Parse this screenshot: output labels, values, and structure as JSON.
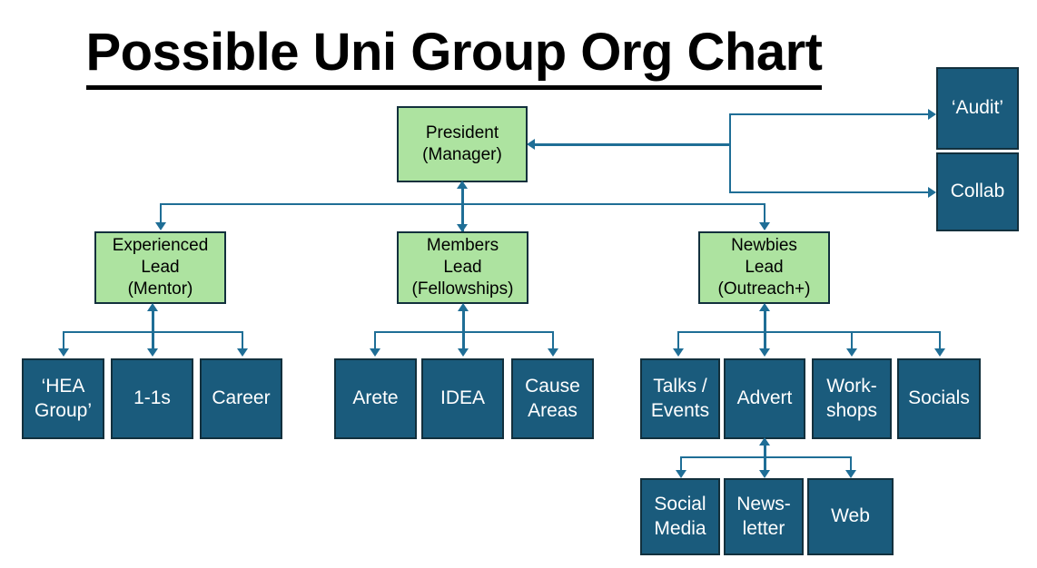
{
  "title": "Possible Uni Group Org Chart",
  "palette": {
    "leadership_fill": "#ade3a0",
    "team_fill": "#1a5b7c",
    "border": "#12303d",
    "connector": "#1f6e96",
    "title_color": "#000000",
    "background": "#ffffff"
  },
  "nodes": {
    "president": "President\n(Manager)",
    "audit": "‘Audit’",
    "collab": "Collab",
    "experienced_lead": "Experienced\nLead\n(Mentor)",
    "members_lead": "Members\nLead\n(Fellowships)",
    "newbies_lead": "Newbies\nLead\n(Outreach+)",
    "hea_group": "‘HEA\nGroup’",
    "one_to_ones": "1-1s",
    "career": "Career",
    "arete": "Arete",
    "idea": "IDEA",
    "cause_areas": "Cause\nAreas",
    "talks_events": "Talks /\nEvents",
    "advert": "Advert",
    "workshops": "Work-\nshops",
    "socials": "Socials",
    "social_media": "Social\nMedia",
    "newsletter": "News-\nletter",
    "web": "Web"
  },
  "chart_data": {
    "type": "diagram",
    "diagram_type": "organizational-chart",
    "title": "Possible Uni Group Org Chart",
    "levels": [
      {
        "level": 0,
        "nodes": [
          {
            "id": "president",
            "label": "President (Manager)",
            "style": "leadership"
          }
        ]
      },
      {
        "level": 1,
        "nodes": [
          {
            "id": "experienced_lead",
            "label": "Experienced Lead (Mentor)",
            "style": "leadership"
          },
          {
            "id": "members_lead",
            "label": "Members Lead (Fellowships)",
            "style": "leadership"
          },
          {
            "id": "newbies_lead",
            "label": "Newbies Lead (Outreach+)",
            "style": "leadership"
          }
        ]
      },
      {
        "level": 2,
        "nodes": [
          {
            "id": "hea_group",
            "label": "‘HEA Group’",
            "style": "team",
            "parent": "experienced_lead"
          },
          {
            "id": "one_to_ones",
            "label": "1-1s",
            "style": "team",
            "parent": "experienced_lead"
          },
          {
            "id": "career",
            "label": "Career",
            "style": "team",
            "parent": "experienced_lead"
          },
          {
            "id": "arete",
            "label": "Arete",
            "style": "team",
            "parent": "members_lead"
          },
          {
            "id": "idea",
            "label": "IDEA",
            "style": "team",
            "parent": "members_lead"
          },
          {
            "id": "cause_areas",
            "label": "Cause Areas",
            "style": "team",
            "parent": "members_lead"
          },
          {
            "id": "talks_events",
            "label": "Talks / Events",
            "style": "team",
            "parent": "newbies_lead"
          },
          {
            "id": "advert",
            "label": "Advert",
            "style": "team",
            "parent": "newbies_lead"
          },
          {
            "id": "workshops",
            "label": "Work-shops",
            "style": "team",
            "parent": "newbies_lead"
          },
          {
            "id": "socials",
            "label": "Socials",
            "style": "team",
            "parent": "newbies_lead"
          }
        ]
      },
      {
        "level": 3,
        "nodes": [
          {
            "id": "social_media",
            "label": "Social Media",
            "style": "team",
            "parent": "advert"
          },
          {
            "id": "newsletter",
            "label": "News-letter",
            "style": "team",
            "parent": "advert"
          },
          {
            "id": "web",
            "label": "Web",
            "style": "team",
            "parent": "advert"
          }
        ]
      }
    ],
    "side_nodes": [
      {
        "id": "audit",
        "label": "‘Audit’",
        "style": "team",
        "connects_to": "president",
        "direction": "to-president"
      },
      {
        "id": "collab",
        "label": "Collab",
        "style": "team",
        "connects_to": "president",
        "direction": "to-president"
      }
    ],
    "edges": [
      {
        "from": "president",
        "to": "experienced_lead",
        "arrow": "single"
      },
      {
        "from": "president",
        "to": "members_lead",
        "arrow": "double"
      },
      {
        "from": "president",
        "to": "newbies_lead",
        "arrow": "single"
      },
      {
        "from": "experienced_lead",
        "to": "hea_group",
        "arrow": "single"
      },
      {
        "from": "experienced_lead",
        "to": "one_to_ones",
        "arrow": "double"
      },
      {
        "from": "experienced_lead",
        "to": "career",
        "arrow": "single"
      },
      {
        "from": "members_lead",
        "to": "arete",
        "arrow": "single"
      },
      {
        "from": "members_lead",
        "to": "idea",
        "arrow": "double"
      },
      {
        "from": "members_lead",
        "to": "cause_areas",
        "arrow": "single"
      },
      {
        "from": "newbies_lead",
        "to": "talks_events",
        "arrow": "single"
      },
      {
        "from": "newbies_lead",
        "to": "advert",
        "arrow": "double"
      },
      {
        "from": "newbies_lead",
        "to": "workshops",
        "arrow": "single"
      },
      {
        "from": "newbies_lead",
        "to": "socials",
        "arrow": "single"
      },
      {
        "from": "advert",
        "to": "social_media",
        "arrow": "single"
      },
      {
        "from": "advert",
        "to": "newsletter",
        "arrow": "double"
      },
      {
        "from": "advert",
        "to": "web",
        "arrow": "single"
      },
      {
        "from": "audit",
        "to": "president",
        "arrow": "single"
      },
      {
        "from": "collab",
        "to": "president",
        "arrow": "single"
      }
    ]
  }
}
